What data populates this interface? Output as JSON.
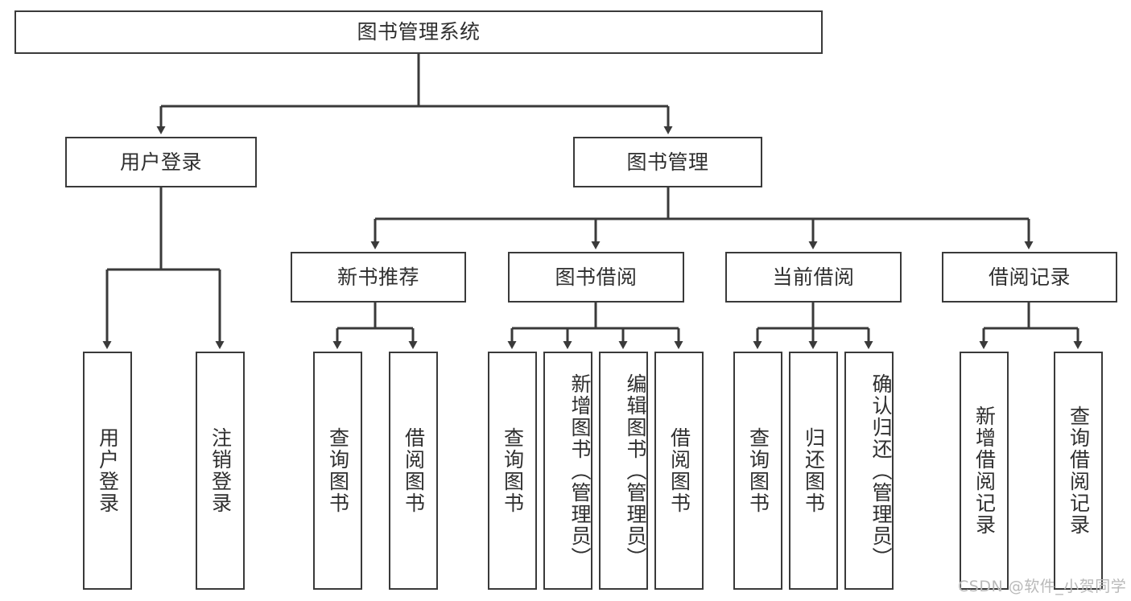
{
  "diagram": {
    "title": "图书管理系统",
    "type": "tree-hierarchy-diagram",
    "root": {
      "label": "图书管理系统"
    },
    "level2": [
      {
        "label": "用户登录"
      },
      {
        "label": "图书管理"
      }
    ],
    "level3": [
      {
        "label": "新书推荐"
      },
      {
        "label": "图书借阅"
      },
      {
        "label": "当前借阅"
      },
      {
        "label": "借阅记录"
      }
    ],
    "leaves": [
      {
        "label": "用户登录"
      },
      {
        "label": "注销登录"
      },
      {
        "label": "查询图书"
      },
      {
        "label": "借阅图书"
      },
      {
        "label": "查询图书"
      },
      {
        "label": "新增图书（管理员）"
      },
      {
        "label": "编辑图书（管理员）"
      },
      {
        "label": "借阅图书"
      },
      {
        "label": "查询图书"
      },
      {
        "label": "归还图书"
      },
      {
        "label": "确认归还（管理员）"
      },
      {
        "label": "新增借阅记录"
      },
      {
        "label": "查询借阅记录"
      }
    ],
    "watermark": "CSDN @软件_小贺同学",
    "colors": {
      "border": "#3a3a3a",
      "text": "#2f2f2f",
      "background": "#ffffff",
      "watermark": "#b9b9b9"
    }
  }
}
